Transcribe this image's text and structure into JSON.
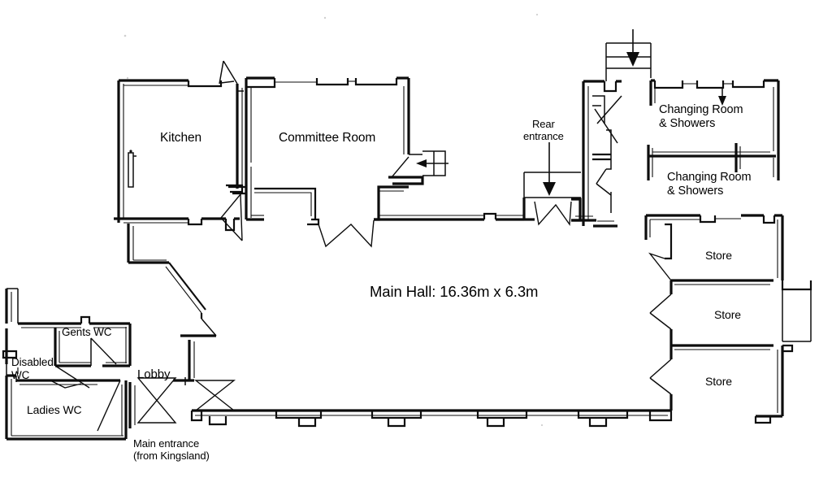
{
  "document": {
    "type": "architectural-floor-plan",
    "title": "Main Hall Floor Plan",
    "background_color": "#ffffff",
    "line_color": "#0d0d0d"
  },
  "rooms": {
    "kitchen": "Kitchen",
    "committee_room": "Committee Room",
    "main_hall": "Main Hall: 16.36m x 6.3m",
    "changing_room_1": "Changing Room\n& Showers",
    "changing_room_2": "Changing Room\n& Showers",
    "store_1": "Store",
    "store_2": "Store",
    "store_3": "Store",
    "gents_wc": "Gents WC",
    "disabled_wc": "Disabled\nWC",
    "ladies_wc": "Ladies WC",
    "lobby": "Lobby"
  },
  "entrances": {
    "rear": "Rear\nentrance",
    "main": "Main entrance\n(from Kingsland)"
  },
  "dimensions": {
    "main_hall_length_m": "16.36",
    "main_hall_width_m": "6.3",
    "main_hall_label": "Main Hall: 16.36m x 6.3m"
  },
  "icons": {
    "rear_entrance_arrow": "arrow-down-icon",
    "top_entrance_arrow": "arrow-down-icon",
    "side_entrance_arrow": "arrow-left-icon"
  }
}
